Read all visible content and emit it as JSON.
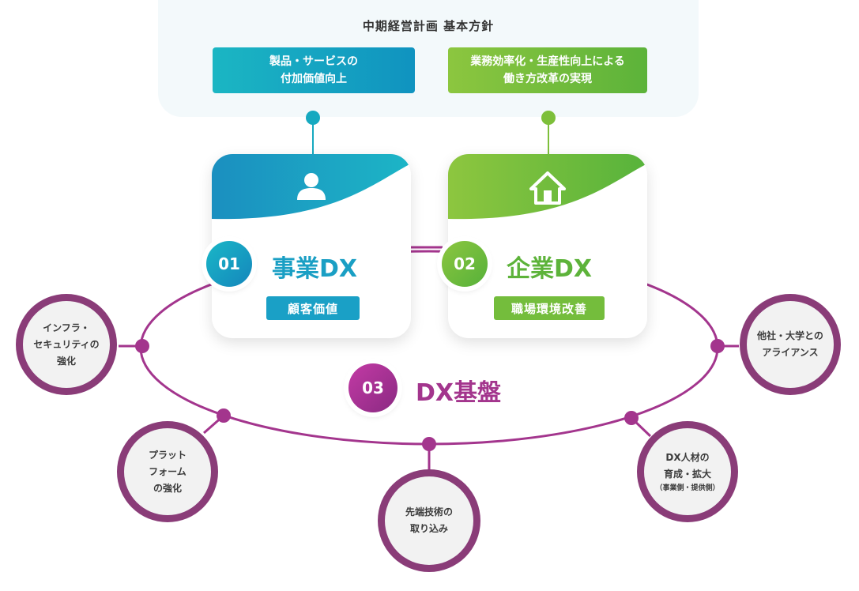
{
  "policy": {
    "title": "中期経営計画 基本方針",
    "left_line1": "製品・サービスの",
    "left_line2": "付加価値向上",
    "right_line1": "業務効率化・生産性向上による",
    "right_line2": "働き方改革の実現"
  },
  "cards": [
    {
      "number": "01",
      "title": "事業DX",
      "tag": "顧客価値",
      "icon": "person-icon"
    },
    {
      "number": "02",
      "title": "企業DX",
      "tag": "職場環境改善",
      "icon": "house-icon"
    }
  ],
  "foundation": {
    "number": "03",
    "title": "DX基盤"
  },
  "nodes": {
    "infra": {
      "line1": "インフラ・",
      "line2": "セキュリティの",
      "line3": "強化"
    },
    "platform": {
      "line1": "プラット",
      "line2": "フォーム",
      "line3": "の強化"
    },
    "tech": {
      "line1": "先端技術の",
      "line2": "取り込み"
    },
    "talent": {
      "line1": "DX人材の",
      "line2": "育成・拡大",
      "note": "（事業側・提供側）"
    },
    "alliance": {
      "line1": "他社・大学との",
      "line2": "アライアンス"
    }
  },
  "colors": {
    "blue": "#1a9fc4",
    "green": "#6dbb3c",
    "purple": "#a3358d",
    "node_ring": "#8a3c78"
  }
}
